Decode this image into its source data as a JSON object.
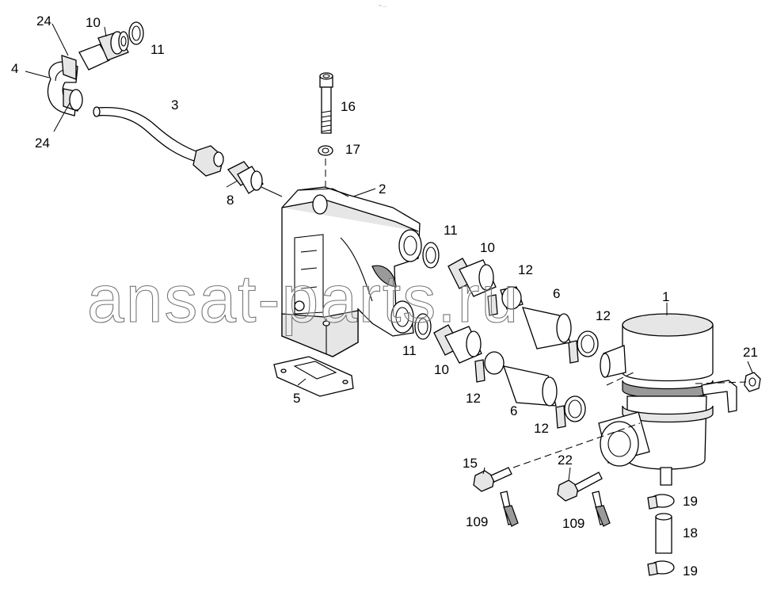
{
  "diagram": {
    "watermark": "ansat-parts.ru",
    "corner_mark": "°° ---",
    "callouts": [
      {
        "id": "c24a",
        "label": "24"
      },
      {
        "id": "c10a",
        "label": "10"
      },
      {
        "id": "c11a",
        "label": "11"
      },
      {
        "id": "c4",
        "label": "4"
      },
      {
        "id": "c24b",
        "label": "24"
      },
      {
        "id": "c3",
        "label": "3"
      },
      {
        "id": "c16",
        "label": "16"
      },
      {
        "id": "c17",
        "label": "17"
      },
      {
        "id": "c2",
        "label": "2"
      },
      {
        "id": "c8",
        "label": "8"
      },
      {
        "id": "c11b",
        "label": "11"
      },
      {
        "id": "c10b",
        "label": "10"
      },
      {
        "id": "c12a",
        "label": "12"
      },
      {
        "id": "c6a",
        "label": "6"
      },
      {
        "id": "c1",
        "label": "1"
      },
      {
        "id": "c12b",
        "label": "12"
      },
      {
        "id": "c11c",
        "label": "11"
      },
      {
        "id": "c10c",
        "label": "10"
      },
      {
        "id": "c21",
        "label": "21"
      },
      {
        "id": "c5",
        "label": "5"
      },
      {
        "id": "c12c",
        "label": "12"
      },
      {
        "id": "c6b",
        "label": "6"
      },
      {
        "id": "c12d",
        "label": "12"
      },
      {
        "id": "c15",
        "label": "15"
      },
      {
        "id": "c22",
        "label": "22"
      },
      {
        "id": "c19a",
        "label": "19"
      },
      {
        "id": "c109a",
        "label": "109"
      },
      {
        "id": "c109b",
        "label": "109"
      },
      {
        "id": "c18",
        "label": "18"
      },
      {
        "id": "c19b",
        "label": "19"
      }
    ]
  }
}
